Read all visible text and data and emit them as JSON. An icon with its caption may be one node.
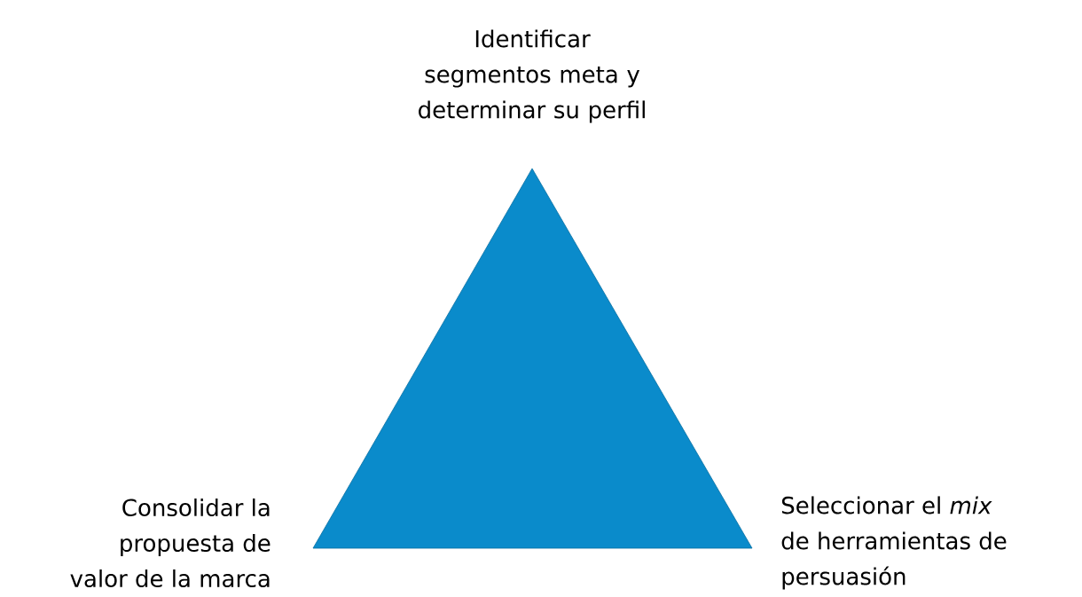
{
  "diagram": {
    "nodes": [
      {
        "text": [],
        "shape": "triangle"
      }
    ],
    "labels": [
      "Identificar segmentos meta y determinar su perfil",
      "Consolidar la propuesta de valor de la marca",
      "Seleccionar el *mix* de herramientas de persuasión"
    ]
  }
}
